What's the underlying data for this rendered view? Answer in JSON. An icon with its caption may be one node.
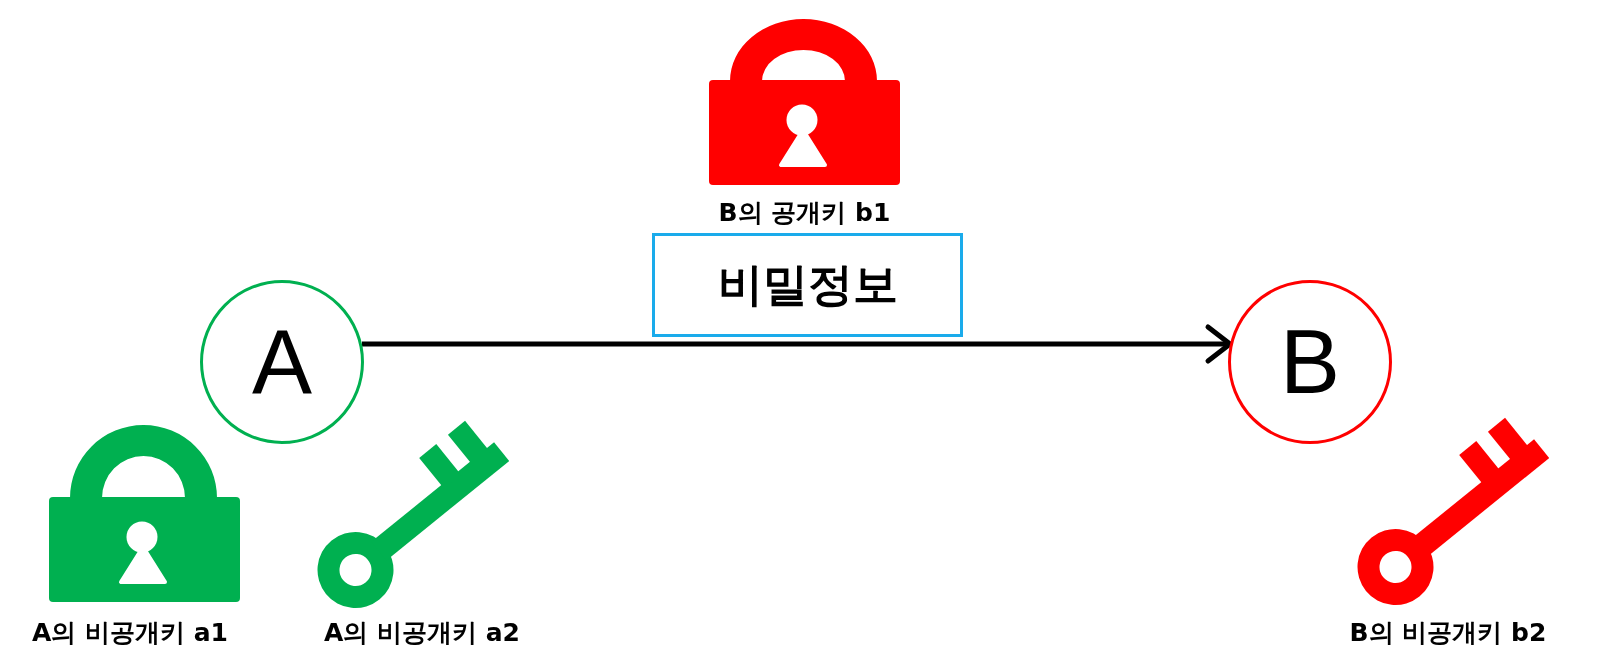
{
  "diagram": {
    "nodes": [
      {
        "text": [],
        "shape": "padlock",
        "beside": [
          "B의 공개키 b1"
        ]
      },
      {
        "text": [
          "비밀정보"
        ]
      },
      {
        "text": [
          "A"
        ]
      },
      {
        "text": [
          "B"
        ]
      },
      {
        "text": [],
        "shape": "padlock",
        "beside": [
          "A의 비공개키 a1"
        ]
      },
      {
        "text": [],
        "shape": "key",
        "beside": [
          "A의 비공개키 a2"
        ]
      },
      {
        "text": [],
        "shape": "key",
        "beside": [
          "B의 비공개키 b2"
        ]
      }
    ],
    "edges": [
      {
        "from": 2,
        "to": 3,
        "arrow": "to"
      }
    ]
  }
}
